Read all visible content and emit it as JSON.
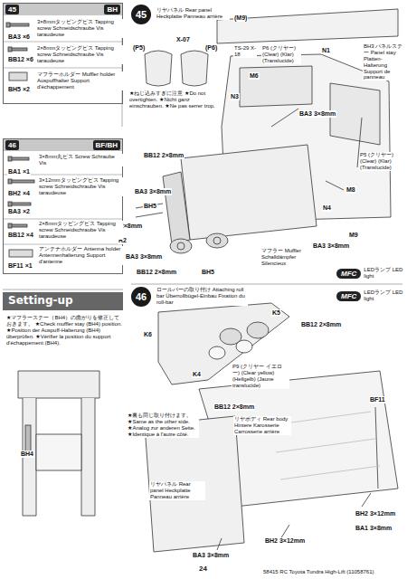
{
  "diagram": {
    "nodes": [
      {
        "text": [
          "45",
          "BH"
        ]
      },
      {
        "text": [
          "46",
          "BF/BH"
        ]
      },
      {
        "text": [
          "Setting-up"
        ]
      },
      {
        "text": [
          "45"
        ]
      },
      {
        "text": [
          "MFC",
          "LEDランプ LED light"
        ]
      },
      {
        "text": [
          "46"
        ]
      },
      {
        "text": [
          "MFC",
          "LEDランプ LED light"
        ]
      }
    ],
    "labels": [
      "3×8mmタッピングビス Tapping screw Schneidschraube Vis taraudeuse",
      "BA3 ×6",
      "2×8mmタッピングビス Tapping screw Schneidschraube Vis taraudeuse",
      "BB12 ×6",
      "マフラーホルダー Muffler holder Auspuffhalter Support d'échappement",
      "BH5 ×2",
      "リヤパネル Rear panel Heckplatte Panneau arrière",
      "(M9)",
      "(P5)",
      "X-07",
      "(P6)",
      "TS-29 X-18",
      "P6 (クリヤー) (Clear) (Klar) (Translucide)",
      "N1",
      "BH3 パネルステー Panel stay Platten-Halterung Support de panneau",
      "M6",
      "N3",
      "★ねじ込みすぎに注意 ★Do not overtighten. ★Nicht ganz einschrauben. ★Ne pas serrer trop.",
      "BA3 3×8mm",
      "BB12 2×8mm",
      "P5 (クリヤー) (Clear) (Klar) (Translucide)",
      "M8",
      "N4",
      "M9",
      "BA3 3×8mm",
      "BH5",
      "BB12 2×8mm",
      "R2",
      "BA3 3×8mm",
      "BA3 3×8mm",
      "BB12 2×8mm",
      "BH5",
      "マフラー Muffler Schalldämpfer Silencieux",
      "3×8mm丸ビス Screw Schraube Vis",
      "BA1 ×1",
      "3×12mmタッピングビス Tapping screw Schneidschraube Vis taraudeuse",
      "BH2 ×4",
      "BA3 ×2",
      "2×8mmタッピングビス Tapping screw Schneidschraube Vis taraudeuse",
      "BB12 ×4",
      "アンテナホルダー Antenna holder Antennenhalterung Support d'antenne",
      "BF11 ×1",
      "★マフラーステー（BH4）の曲がりを修正しておきます。 ★Check muffler stay (BH4) position. ★Position der Auspuff-Halterung (BH4) überprüfen. ★Vérifier la position du support d'échappement (BH4).",
      "BH4",
      "ロールバーの取り付け Attaching roll bar Überrollbügel-Einbau Fixation du roll-bar",
      "K5",
      "K6",
      "BB12 2×8mm",
      "P9 (クリヤー イエロー) (Clear yellow) (Hellgelb) (Jaune translucide)",
      "K4",
      "BB12 2×8mm",
      "★裏も同じ取り付けます。 ★Same as the other side. ★Analog zur anderen Seite. ★Identique à l'autre côté.",
      "リヤボディ Rear body Hintere Karosserie Carrosserie arrière",
      "BF11",
      "リヤパネル Rear panel Heckplatte Panneau arrière",
      "BH2 3×12mm",
      "BA1 3×8mm",
      "BH2 3×12mm",
      "BA3 3×8mm",
      "24",
      "58415 RC Toyota Tundra High-Lift (11058761)"
    ]
  }
}
